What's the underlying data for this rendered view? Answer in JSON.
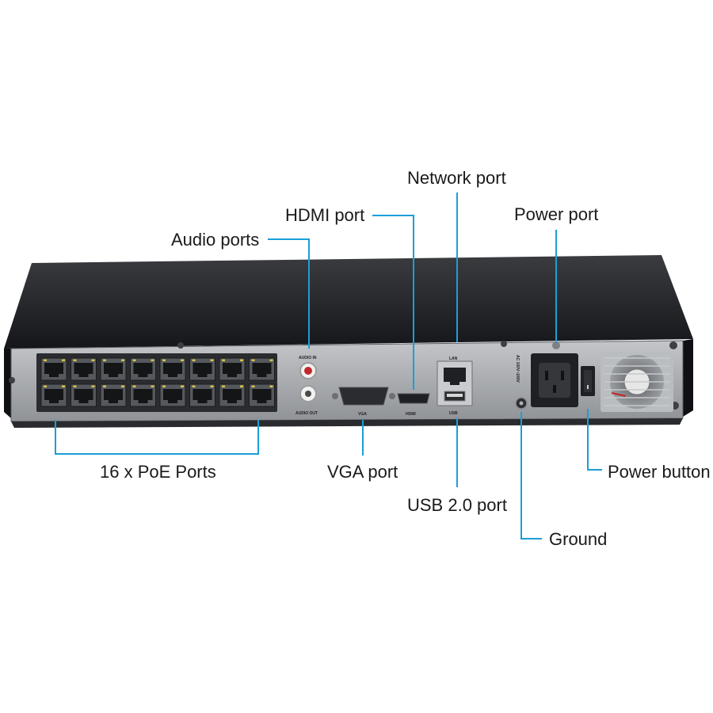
{
  "callouts": {
    "network_port": "Network port",
    "hdmi_port": "HDMI port",
    "power_port": "Power port",
    "audio_ports": "Audio ports",
    "poe_ports": "16 x PoE Ports",
    "vga_port": "VGA port",
    "usb_port": "USB 2.0 port",
    "power_button": "Power button",
    "ground": "Ground"
  },
  "panel_labels": {
    "audio_in": "AUDIO IN",
    "audio_out": "AUDIO OUT",
    "vga": "VGA",
    "hdmi": "HDMI",
    "lan": "LAN",
    "usb": "USB",
    "ac_input": "AC 100V~240V"
  },
  "colors": {
    "leader": "#1a9fd8",
    "chassis": "#1b1c1f",
    "panel": "#a9acb0",
    "port": "#1e2023"
  },
  "poe_port_count": 16
}
